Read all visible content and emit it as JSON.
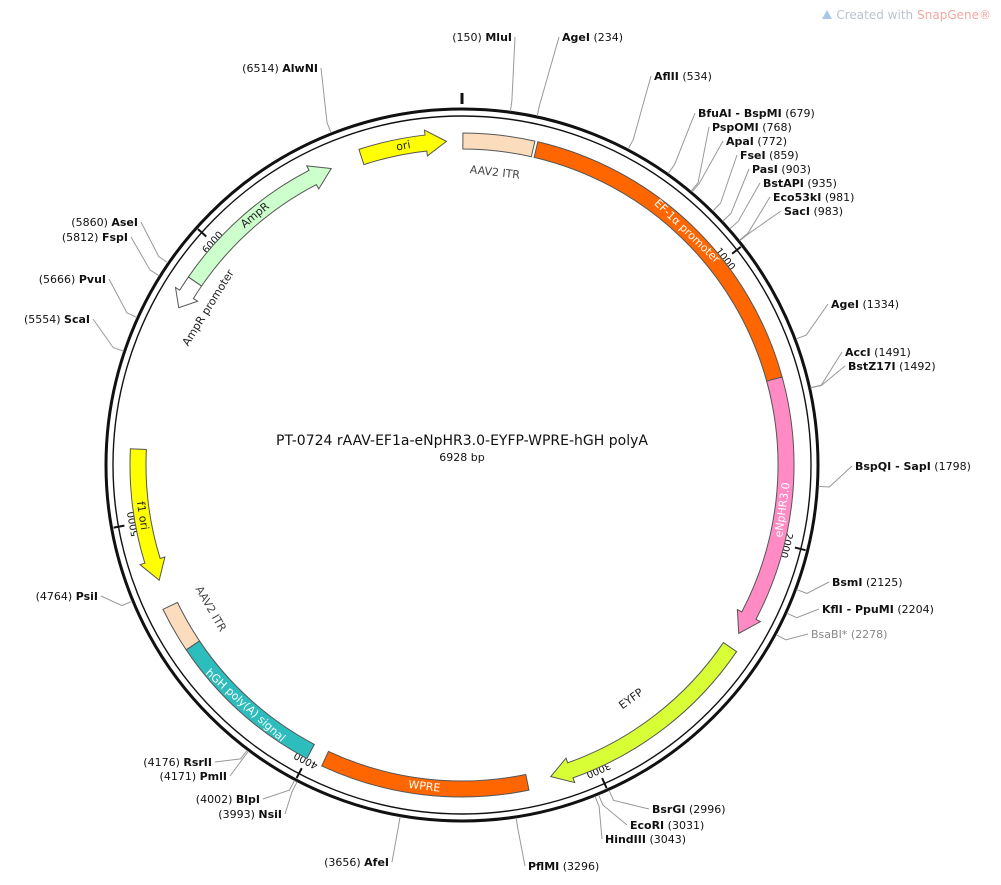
{
  "watermark": {
    "prefix": "Created with ",
    "brand": "SnapGene®"
  },
  "title": "PT-0724  rAAV-EF1a-eNpHR3.0-EYFP-WPRE-hGH polyA",
  "size_label": "6928 bp",
  "ticks": [
    "1000",
    "2000",
    "3000",
    "4000",
    "5000",
    "6000"
  ],
  "sites": [
    {
      "name": "MluI",
      "pos": "(150)"
    },
    {
      "name": "AgeI",
      "pos": "(234)"
    },
    {
      "name": "AflII",
      "pos": "(534)"
    },
    {
      "name": "BfuAI - BspMI",
      "pos": "(679)"
    },
    {
      "name": "PspOMI",
      "pos": "(768)"
    },
    {
      "name": "ApaI",
      "pos": "(772)"
    },
    {
      "name": "FseI",
      "pos": "(859)"
    },
    {
      "name": "PasI",
      "pos": "(903)"
    },
    {
      "name": "BstAPI",
      "pos": "(935)"
    },
    {
      "name": "Eco53kI",
      "pos": "(981)"
    },
    {
      "name": "SacI",
      "pos": "(983)"
    },
    {
      "name": "AgeI",
      "pos": "(1334)"
    },
    {
      "name": "AccI",
      "pos": "(1491)"
    },
    {
      "name": "BstZ17I",
      "pos": "(1492)"
    },
    {
      "name": "BspQI - SapI",
      "pos": "(1798)"
    },
    {
      "name": "BsmI",
      "pos": "(2125)"
    },
    {
      "name": "KflI - PpuMI",
      "pos": "(2204)"
    },
    {
      "name": "BsaBI*",
      "pos": "(2278)"
    },
    {
      "name": "BsrGI",
      "pos": "(2996)"
    },
    {
      "name": "EcoRI",
      "pos": "(3031)"
    },
    {
      "name": "HindIII",
      "pos": "(3043)"
    },
    {
      "name": "PflMI",
      "pos": "(3296)"
    },
    {
      "name": "AfeI",
      "pos": "(3656)"
    },
    {
      "name": "BlpI",
      "pos": "(4002)"
    },
    {
      "name": "NsiI",
      "pos": "(3993)"
    },
    {
      "name": "RsrII",
      "pos": "(4176)"
    },
    {
      "name": "PmlI",
      "pos": "(4171)"
    },
    {
      "name": "PsiI",
      "pos": "(4764)"
    },
    {
      "name": "ScaI",
      "pos": "(5554)"
    },
    {
      "name": "PvuI",
      "pos": "(5666)"
    },
    {
      "name": "AseI",
      "pos": "(5860)"
    },
    {
      "name": "FspI",
      "pos": "(5812)"
    },
    {
      "name": "AlwNI",
      "pos": "(6514)"
    }
  ],
  "features": [
    {
      "label": "AAV2 ITR",
      "color": "#fbdcbd"
    },
    {
      "label": "EF-1α promoter",
      "color": "#ff6600"
    },
    {
      "label": "eNpHR3.0",
      "color": "#ff8ac4"
    },
    {
      "label": "EYFP",
      "color": "#d8ff36"
    },
    {
      "label": "WPRE",
      "color": "#ff6600"
    },
    {
      "label": "hGH poly(A) signal",
      "color": "#2ebdbd"
    },
    {
      "label": "AAV2 ITR",
      "color": "#fbdcbd"
    },
    {
      "label": "f1 ori",
      "color": "#ffff00"
    },
    {
      "label": "AmpR promoter",
      "color": "#ffffff"
    },
    {
      "label": "AmpR",
      "color": "#ccffcc"
    },
    {
      "label": "ori",
      "color": "#ffff00"
    }
  ]
}
